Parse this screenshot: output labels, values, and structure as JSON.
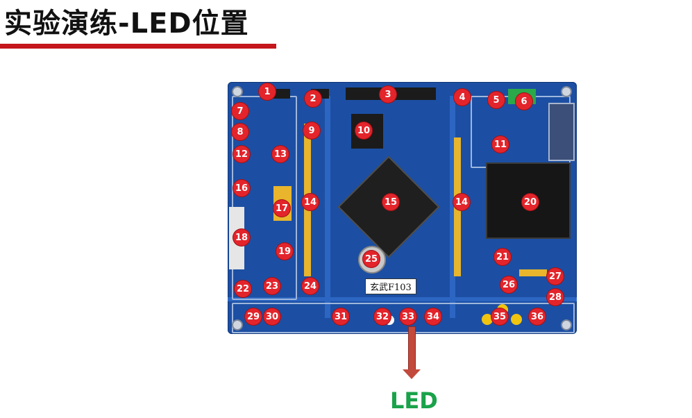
{
  "slide": {
    "title": "实验演练-LED位置"
  },
  "board": {
    "label": "玄武F103",
    "markers": [
      "1",
      "2",
      "3",
      "4",
      "5",
      "6",
      "7",
      "8",
      "9",
      "10",
      "11",
      "12",
      "13",
      "14",
      "14",
      "15",
      "16",
      "17",
      "18",
      "19",
      "20",
      "21",
      "22",
      "23",
      "24",
      "25",
      "26",
      "27",
      "28",
      "29",
      "30",
      "31",
      "32",
      "33",
      "34",
      "35",
      "36"
    ]
  },
  "callout": {
    "caption": "LED"
  },
  "colors": {
    "title_underline": "#c4161c",
    "board": "#1c4fa3",
    "marker": "#e3242b",
    "arrow": "#c24a3c",
    "caption": "#1aa24a"
  }
}
